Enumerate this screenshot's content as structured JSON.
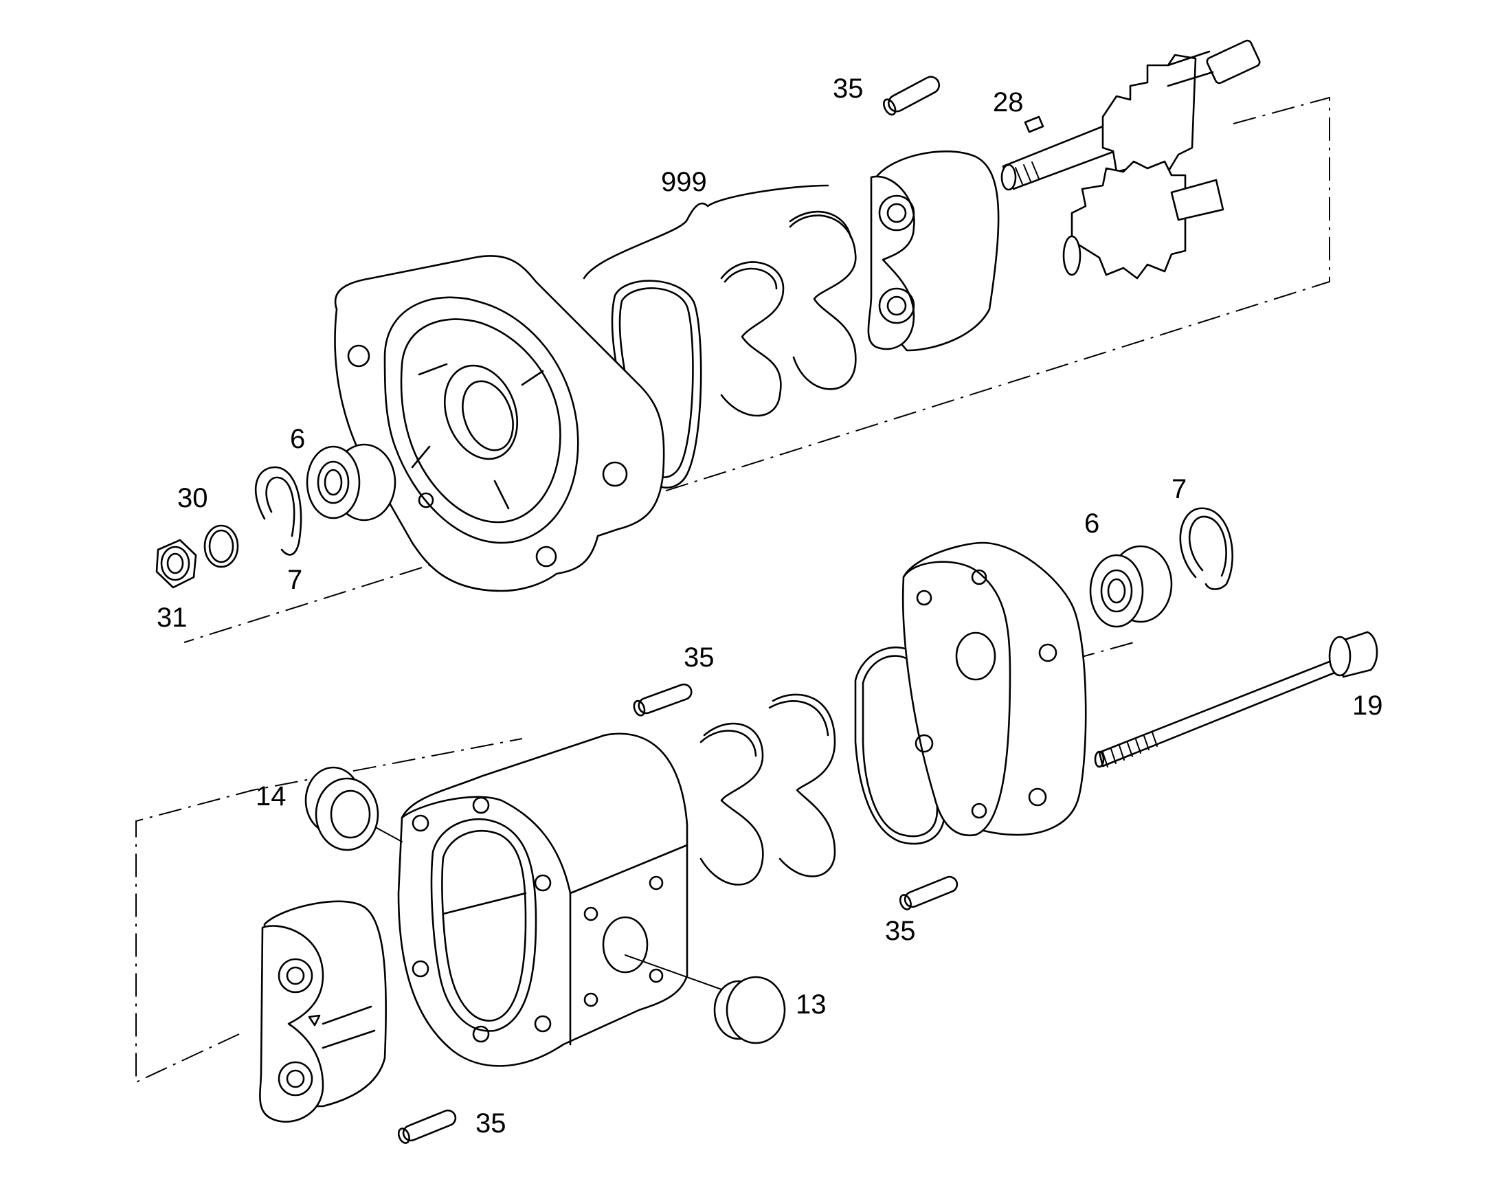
{
  "diagram": {
    "colors": {
      "line": "#000000",
      "background": "#ffffff"
    },
    "callouts": [
      {
        "id": "c35a",
        "label": "35"
      },
      {
        "id": "c28",
        "label": "28"
      },
      {
        "id": "c999",
        "label": "999"
      },
      {
        "id": "c6a",
        "label": "6"
      },
      {
        "id": "c30",
        "label": "30"
      },
      {
        "id": "c7a",
        "label": "7"
      },
      {
        "id": "c31",
        "label": "31"
      },
      {
        "id": "c6b",
        "label": "6"
      },
      {
        "id": "c7b",
        "label": "7"
      },
      {
        "id": "c35b",
        "label": "35"
      },
      {
        "id": "c19",
        "label": "19"
      },
      {
        "id": "c14",
        "label": "14"
      },
      {
        "id": "c35c",
        "label": "35"
      },
      {
        "id": "c13",
        "label": "13"
      },
      {
        "id": "c35d",
        "label": "35"
      }
    ]
  }
}
